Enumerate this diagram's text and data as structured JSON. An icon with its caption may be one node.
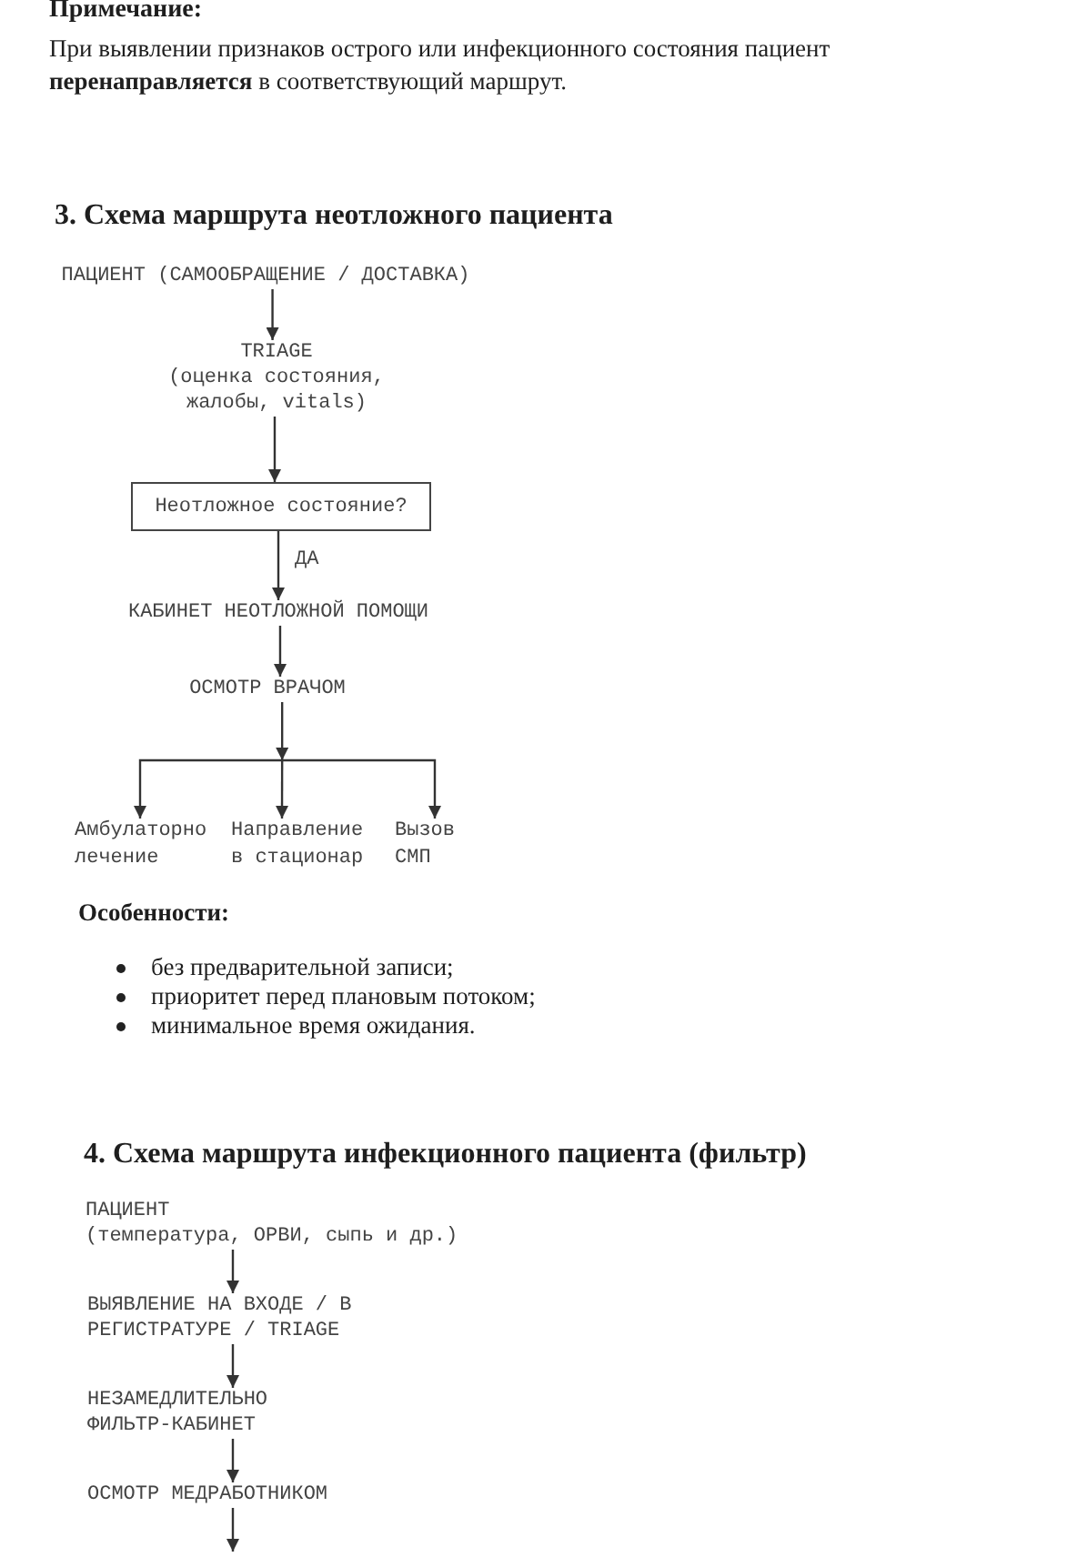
{
  "diagram": {
    "nodes": [
      {
        "text": [
          "ПАЦИЕНТ (САМООБРАЩЕНИЕ / ДОСТАВКА)"
        ]
      },
      {
        "text": [
          "TRIAGE",
          "(оценка состояния, жалобы, vitals)"
        ]
      },
      {
        "text": [
          "Неотложное состояние?"
        ]
      },
      {
        "text": [
          "КАБИНЕТ НЕОТЛОЖНОЙ ПОМОЩИ"
        ]
      },
      {
        "text": [
          "ОСМОТР ВРАЧОМ"
        ]
      },
      {
        "text": [
          "Амбулаторно лечение"
        ]
      },
      {
        "text": [
          "Направление в стационар"
        ]
      },
      {
        "text": [
          "Вызов СМП"
        ]
      },
      {
        "text": [
          "ПАЦИЕНТ",
          "(температура, ОРВИ, сыпь и др.)"
        ]
      },
      {
        "text": [
          "ВЫЯВЛЕНИЕ НА ВХОДЕ / В РЕГИСТРАТУРЕ / TRIAGE"
        ]
      },
      {
        "text": [
          "НЕЗАМЕДЛИТЕЛЬНО ФИЛЬТР-КАБИНЕТ"
        ]
      },
      {
        "text": [
          "ОСМОТР МЕДРАБОТНИКОМ"
        ]
      }
    ],
    "edges": [
      {
        "from": 0,
        "to": 1,
        "arrow": "to"
      },
      {
        "from": 1,
        "to": 2,
        "arrow": "to"
      },
      {
        "from": 2,
        "to": 3,
        "arrow": "to",
        "label": "ДА"
      },
      {
        "from": 3,
        "to": 4,
        "arrow": "to"
      },
      {
        "from": 4,
        "to": 5,
        "arrow": "to"
      },
      {
        "from": 4,
        "to": 6,
        "arrow": "to"
      },
      {
        "from": 4,
        "to": 7,
        "arrow": "to"
      },
      {
        "from": 8,
        "to": 9,
        "arrow": "to"
      },
      {
        "from": 9,
        "to": 10,
        "arrow": "to"
      },
      {
        "from": 10,
        "to": 11,
        "arrow": "to"
      },
      {
        "from": 11,
        "to": null,
        "arrow": "to"
      }
    ],
    "labels": [
      "Примечание:",
      "При выявлении признаков острого или инфекционного состояния пациент **перенаправляется** в соответствующий маршрут.",
      "3. Схема маршрута неотложного пациента",
      "Особенности:",
      "без предварительной записи;",
      "приоритет перед плановым потоком;",
      "минимальное время ожидания.",
      "4. Схема маршрута инфекционного пациента (фильтр)"
    ]
  }
}
